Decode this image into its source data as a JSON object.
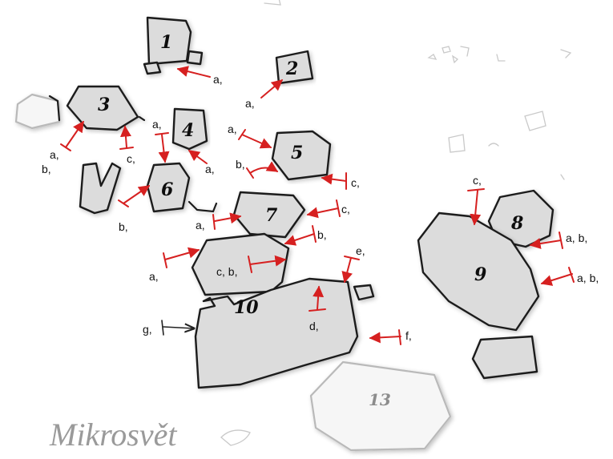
{
  "colors": {
    "arrow": "#d62020",
    "shape_fill": "#dcdcdc",
    "outline": "#1a1a1a",
    "faded": "#b9b9b9",
    "watermark": "#9a9a9a"
  },
  "shapes": {
    "s1": "1",
    "s2": "2",
    "s3": "3",
    "s4": "4",
    "s5": "5",
    "s6": "6",
    "s7": "7",
    "s8": "8",
    "s9": "9",
    "s10": "10",
    "s13": "13"
  },
  "labels": {
    "l1_a": "a,",
    "l2_a": "a,",
    "l3_ab": [
      "a,",
      "b,"
    ],
    "l3_c": "c,",
    "l4_a_top": "a,",
    "l4_a_bottom": "a,",
    "l5_a": "a,",
    "l5_b": "b,",
    "l5_c": "c,",
    "l6_b": "b,",
    "l7_a": "a,",
    "l7_c": "c,",
    "l7_b": "b,",
    "l10_a": "a,",
    "l10_cb": "c, b,",
    "l10_e": "e,",
    "l10_d": "d,",
    "l10_f": "f,",
    "l10_g": "g,",
    "l9_c": "c,",
    "l8_ab": "a, b,",
    "l9_ab": "a, b,"
  },
  "watermark": "Mikrosvět"
}
